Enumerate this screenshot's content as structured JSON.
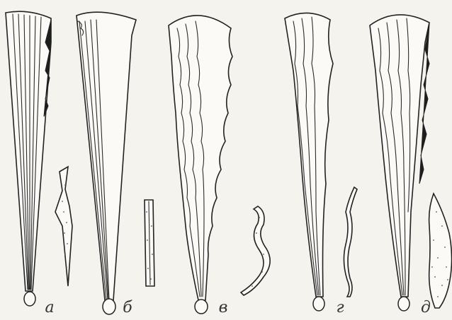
{
  "figure": {
    "labels": [
      "а",
      "б",
      "в",
      "г",
      "д"
    ]
  }
}
